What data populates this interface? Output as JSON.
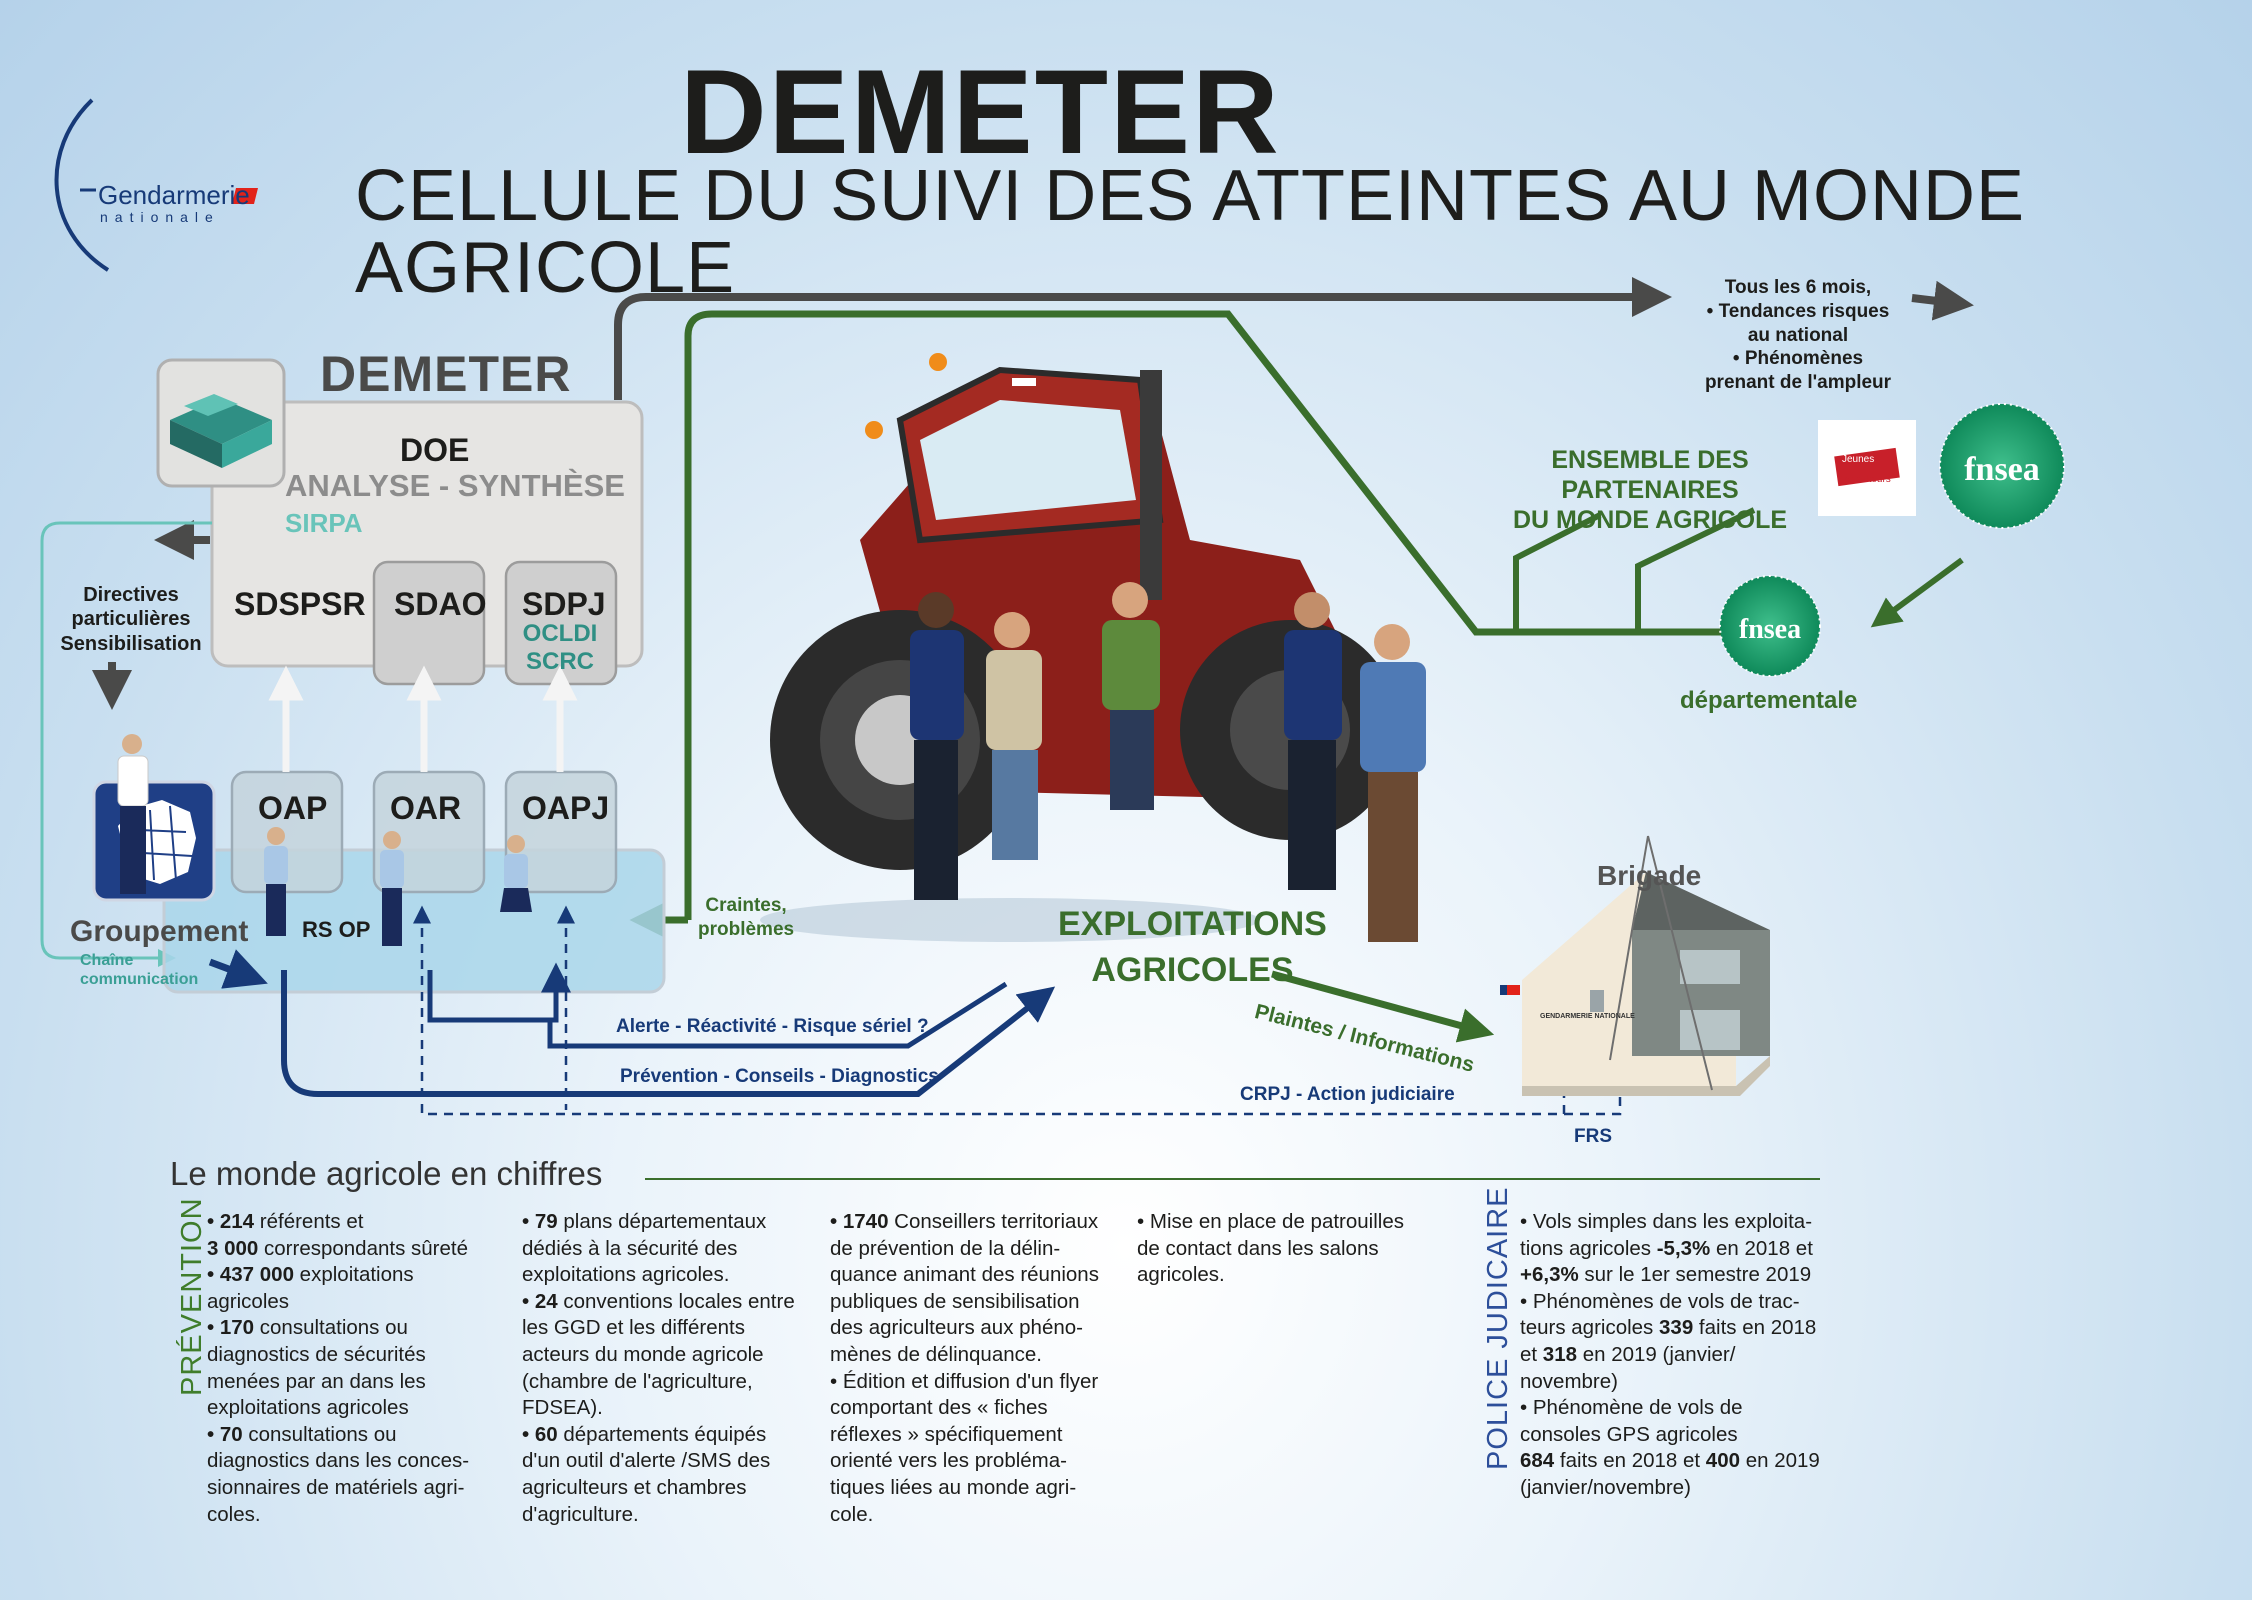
{
  "title": "DEMETER",
  "subtitle": "CELLULE DU SUIVI DES ATTEINTES AU MONDE AGRICOLE",
  "logo": {
    "name": "Gendarmerie",
    "sub": "nationale"
  },
  "org": {
    "demeter": "DEMETER",
    "doe": "DOE",
    "analyse": "ANALYSE - SYNTHÈSE",
    "sirpa": "SIRPA",
    "units": [
      "SDSPSR",
      "SDAO",
      "SDPJ"
    ],
    "sdpj_sub": [
      "OCLDI",
      "SCRC"
    ],
    "offices": [
      "OAP",
      "OAR",
      "OAPJ"
    ],
    "directives": [
      "Directives",
      "particulières",
      "Sensibilisation"
    ],
    "groupement": "Groupement",
    "chaine": [
      "Chaîne",
      "communication"
    ],
    "rsop": "RS OP"
  },
  "flows": {
    "alerte": "Alerte - Réactivité - Risque sériel ?",
    "prevention": "Prévention - Conseils - Diagnostics",
    "crpj": "CRPJ - Action judiciaire",
    "frs": "FRS",
    "craintes": [
      "Craintes,",
      "problèmes"
    ],
    "plaintes": "Plaintes / Informations"
  },
  "exploitations": [
    "EXPLOITATIONS",
    "AGRICOLES"
  ],
  "brigade": "Brigade",
  "brigade_sign": "GENDARMERIE NATIONALE",
  "partners": {
    "tous": [
      "Tous les 6 mois,",
      "• Tendances risques",
      "au national",
      "• Phénomènes",
      "prenant de l'ampleur"
    ],
    "ensemble": [
      "ENSEMBLE DES PARTENAIRES",
      "DU MONDE AGRICOLE"
    ],
    "fnsea": "fnsea",
    "ja_logo": [
      "Jeunes",
      "Agriculteurs"
    ],
    "departementale": "départementale"
  },
  "colors": {
    "green": "#3a6e2c",
    "navy": "#173a78",
    "teal": "#69c4ba",
    "darkgrey": "#4a4a49",
    "fnsea_green": "#1e9e6e",
    "tractor_red": "#8c1f1a"
  },
  "bottom": {
    "title": "Le monde agricole en chiffres",
    "prevention_label": "PRÉVENTION",
    "police_label": "POLICE JUDICAIRE",
    "col1": [
      [
        "• 214",
        " référents et"
      ],
      [
        "3 000",
        " correspondants sûreté"
      ],
      [
        "• 437 000",
        "  exploitations"
      ],
      [
        "",
        "agricoles"
      ],
      [
        "•  170",
        " consultations ou"
      ],
      [
        "",
        "diagnostics de sécurités"
      ],
      [
        "",
        "menées par an dans les"
      ],
      [
        "",
        "exploitations agricoles"
      ],
      [
        "• 70",
        " consultations ou"
      ],
      [
        "",
        "diagnostics dans les conces-"
      ],
      [
        "",
        "sionnaires de matériels agri-"
      ],
      [
        "",
        "coles."
      ]
    ],
    "col2": [
      [
        "• 79",
        " plans départementaux"
      ],
      [
        "",
        "dédiés à la sécurité des"
      ],
      [
        "",
        "exploitations agricoles."
      ],
      [
        "• 24",
        " conventions locales entre"
      ],
      [
        "",
        "les GGD et les différents"
      ],
      [
        "",
        "acteurs du monde agricole"
      ],
      [
        "",
        "(chambre de l'agriculture,"
      ],
      [
        "",
        "FDSEA)."
      ],
      [
        "• 60",
        " départements équipés"
      ],
      [
        "",
        "d'un outil d'alerte /SMS des"
      ],
      [
        "",
        "agriculteurs et chambres"
      ],
      [
        "",
        "d'agriculture."
      ]
    ],
    "col3": [
      [
        "• 1740",
        " Conseillers territoriaux"
      ],
      [
        "",
        "de prévention de la délin-"
      ],
      [
        "",
        "quance animant des réunions"
      ],
      [
        "",
        "publiques de sensibilisation"
      ],
      [
        "",
        "des agriculteurs aux phéno-"
      ],
      [
        "",
        "mènes de délinquance."
      ],
      [
        "",
        "• Édition et diffusion d'un flyer"
      ],
      [
        "",
        "comportant des « fiches"
      ],
      [
        "",
        "réflexes » spécifiquement"
      ],
      [
        "",
        "orienté vers les probléma-"
      ],
      [
        "",
        "tiques liées au monde agri-"
      ],
      [
        "",
        "cole."
      ]
    ],
    "col4": [
      [
        "",
        "• Mise en place de patrouilles"
      ],
      [
        "",
        "de contact dans les salons"
      ],
      [
        "",
        "agricoles."
      ]
    ],
    "col5": [
      [
        "",
        "• Vols simples dans les exploita-"
      ],
      [
        "",
        "tions agricoles ",
        "-5,3%",
        " en 2018 et"
      ],
      [
        "+6,3%",
        " sur le 1er semestre 2019"
      ],
      [
        "",
        "• Phénomènes de vols de trac-"
      ],
      [
        "",
        "teurs agricoles ",
        "339",
        " faits en 2018"
      ],
      [
        "",
        "et ",
        "318",
        " en 2019 (janvier/"
      ],
      [
        "",
        "novembre)"
      ],
      [
        "",
        "• Phénomène de vols de"
      ],
      [
        "",
        "consoles GPS agricoles"
      ],
      [
        "684",
        " faits en 2018 et ",
        "400",
        " en 2019"
      ],
      [
        "",
        "(janvier/novembre)"
      ]
    ]
  }
}
